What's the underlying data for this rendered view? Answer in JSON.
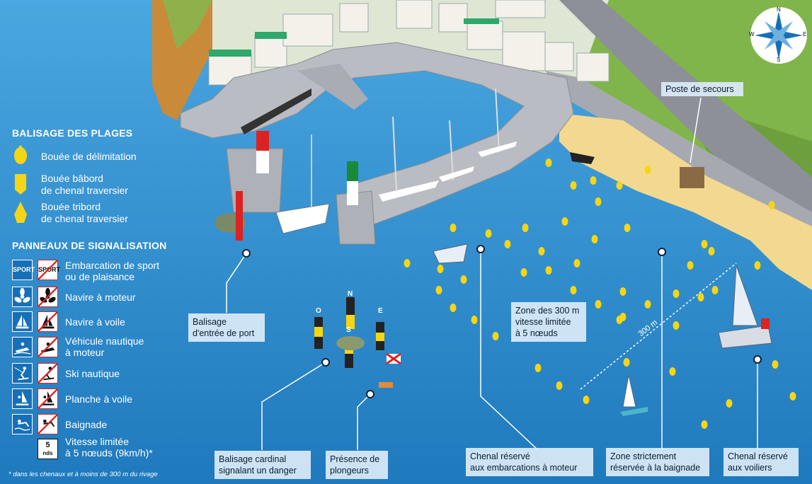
{
  "legend": {
    "heading_beaches": "BALISAGE DES PLAGES",
    "buoy_delimitation": "Bouée de délimitation",
    "buoy_port_line1": "Bouée bâbord",
    "buoy_port_line2": "de chenal traversier",
    "buoy_starboard_line1": "Bouée tribord",
    "buoy_starboard_line2": "de chenal traversier",
    "heading_signs": "PANNEAUX DE SIGNALISATION",
    "sign_sport_line1": "Embarcation de sport",
    "sign_sport_line2": "ou de plaisance",
    "sign_sport_icon_text": "SPORT",
    "sign_motor": "Navire à moteur",
    "sign_sail": "Navire à voile",
    "sign_jetski_line1": "Véhicule nautique",
    "sign_jetski_line2": "à moteur",
    "sign_ski": "Ski nautique",
    "sign_windsurf": "Planche à voile",
    "sign_swim": "Baignade",
    "sign_speed_num": "5",
    "sign_speed_unit": "nds",
    "sign_speed_line1": "Vitesse limitée",
    "sign_speed_line2": "à 5 nœuds (9km/h)*",
    "footnote": "* dans les chenaux et à moins de 300 m du rivage"
  },
  "labels": {
    "port_entry_line1": "Balisage",
    "port_entry_line2": "d'entrée de port",
    "cardinal_line1": "Balisage cardinal",
    "cardinal_line2": "signalant un danger",
    "divers_line1": "Présence de",
    "divers_line2": "plongeurs",
    "zone300_line1": "Zone des 300 m",
    "zone300_line2": "vitesse limitée",
    "zone300_line3": "à 5 nœuds",
    "motor_channel_line1": "Chenal réservé",
    "motor_channel_line2": "aux embarcations à moteur",
    "swim_zone_line1": "Zone strictement",
    "swim_zone_line2": "réservée à la baignade",
    "sail_channel_line1": "Chenal réservé",
    "sail_channel_line2": "aux voiliers",
    "rescue_post": "Poste de secours",
    "distance": "300 m"
  },
  "cardinal_letters": {
    "north": "N",
    "west": "O",
    "east": "E",
    "south": "S"
  },
  "compass": {
    "n": "N",
    "e": "E",
    "s": "S",
    "w": "W"
  },
  "colors": {
    "sea": "#2f8fd0",
    "buoy_yellow": "#f5d614",
    "sign_blue": "#1670b8",
    "sign_red": "#d22222",
    "beach": "#f3d98f",
    "quay": "#b9bcc2"
  },
  "icons": [
    "compass-rose-icon",
    "propeller-icon",
    "sailboat-icon",
    "jetski-icon",
    "water-ski-icon",
    "windsurf-icon",
    "swimmer-icon",
    "diver-flag-icon"
  ]
}
